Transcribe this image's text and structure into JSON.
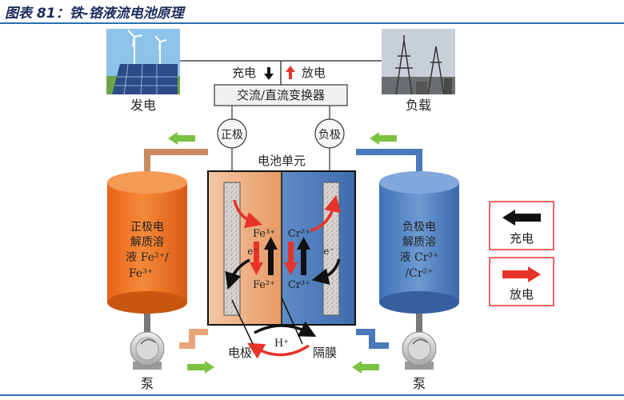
{
  "figure": {
    "title": "图表 81：铁-铬液流电池原理"
  },
  "labels": {
    "generation": "发电",
    "load": "负载",
    "charge_top": "充电",
    "discharge_top": "放电",
    "converter": "交流/直流变换器",
    "positive_electrode": "正极",
    "negative_electrode": "负极",
    "cell_unit": "电池单元",
    "pos_tank_line1": "正极电",
    "pos_tank_line2": "解质溶",
    "pos_tank_line3": "液 Fe²⁺/",
    "pos_tank_line4": "Fe³⁺",
    "neg_tank_line1": "负极电",
    "neg_tank_line2": "解质溶",
    "neg_tank_line3": "液 Cr³⁺",
    "neg_tank_line4": "/Cr²⁺",
    "fe3": "Fe³⁺",
    "fe2": "Fe²⁺",
    "cr2": "Cr²⁺",
    "cr3": "Cr³⁺",
    "electron_left": "e⁻",
    "electron_right": "e⁻",
    "h_plus": "H⁺",
    "electrode": "电极",
    "membrane": "隔膜",
    "pump_left": "泵",
    "pump_right": "泵",
    "legend_charge": "充电",
    "legend_discharge": "放电"
  },
  "colors": {
    "header": "#1b2d5c",
    "accent_line": "#2b6fb0",
    "positive": "#f07a2a",
    "negative": "#4d82c4",
    "discharge_arrow": "#e8332a",
    "flow_arrow": "#7cc242"
  }
}
